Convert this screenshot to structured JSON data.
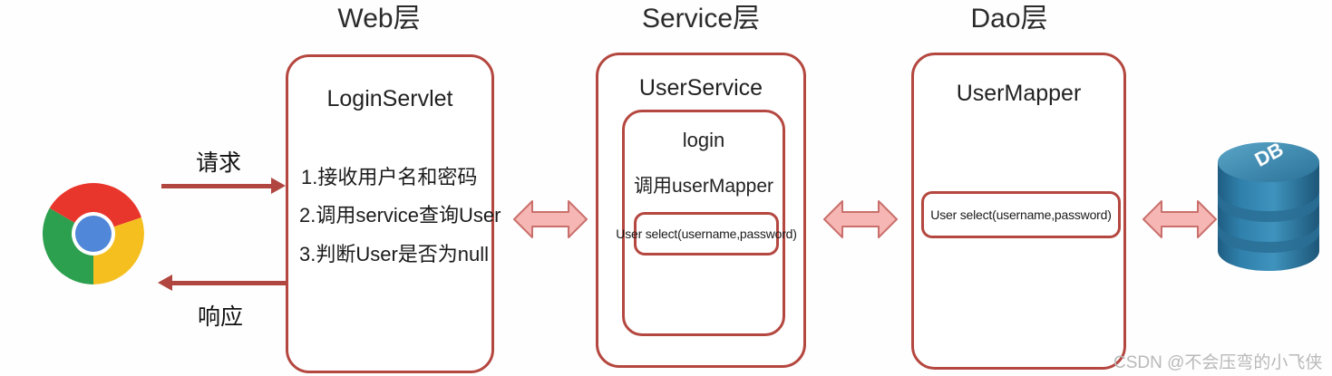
{
  "diagram": {
    "title_web": "Web层",
    "title_service": "Service层",
    "title_dao": "Dao层",
    "accent_border": "#b4473f",
    "arrow_color": "#b0463f",
    "block_arrow_fill": "#f6b6b4",
    "block_arrow_stroke": "#c9706c",
    "db_color": "#2e7aa8"
  },
  "client": {
    "icon": "chrome-browser-icon",
    "request_label": "请求",
    "response_label": "响应"
  },
  "web_layer": {
    "class_name": "LoginServlet",
    "steps": [
      "1.接收用户名和密码",
      "2.调用service查询User",
      "3.判断User是否为null"
    ]
  },
  "service_layer": {
    "class_name": "UserService",
    "method_name": "login",
    "method_body": "调用userMapper",
    "mapper_signature": "User select(username,password)"
  },
  "dao_layer": {
    "class_name": "UserMapper",
    "mapper_signature": "User select(username,password)"
  },
  "database": {
    "label": "DB",
    "icon": "database-cylinder-icon"
  },
  "connectors": {
    "web_to_service": "bidirectional-arrow",
    "service_to_dao": "bidirectional-arrow",
    "dao_to_db": "bidirectional-arrow"
  },
  "watermark": {
    "text": "CSDN @不会压弯的小飞侠"
  }
}
